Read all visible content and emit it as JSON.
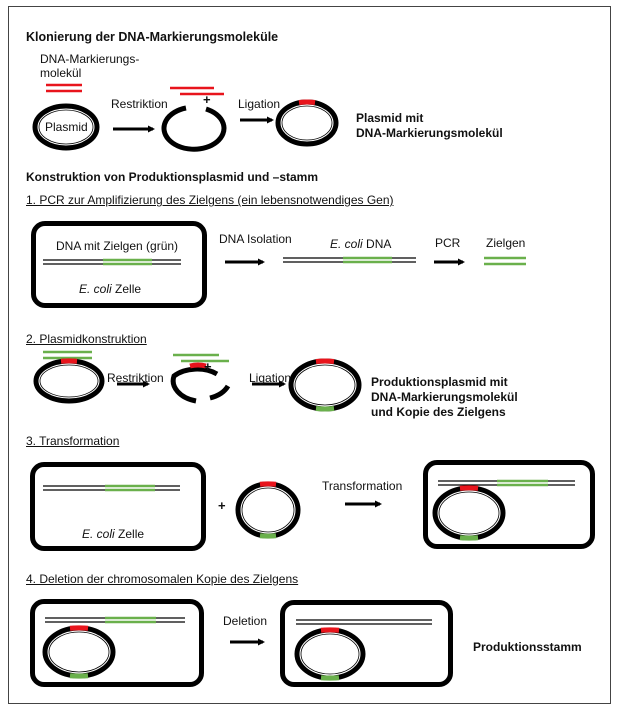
{
  "section1": {
    "title": "Klonierung der DNA-Markierungsmoleküle",
    "marker_label_line1": "DNA-Markierungs-",
    "marker_label_line2": "molekül",
    "plasmid_label": "Plasmid",
    "step_restriction": "Restriktion",
    "step_ligation": "Ligation",
    "result_line1": "Plasmid mit",
    "result_line2": "DNA-Markierungsmolekül"
  },
  "section2": {
    "title": "Konstruktion von Produktionsplasmid und –stamm",
    "step1": {
      "title": "1. PCR zur Amplifizierung des Zielgens (ein lebensnotwendiges Gen)",
      "cell_dna_label": "DNA mit Zielgen (grün)",
      "cell_label_italic": "E. coli",
      "cell_label_rest": " Zelle",
      "dna_isolation": "DNA Isolation",
      "ecoli_dna_italic": "E. coli",
      "ecoli_dna_rest": " DNA",
      "pcr": "PCR",
      "target_gene": "Zielgen"
    },
    "step2": {
      "title": "2. Plasmidkonstruktion",
      "restriction": "Restriktion",
      "ligation": "Ligation",
      "result_line1": "Produktionsplasmid mit",
      "result_line2": "DNA-Markierungsmolekül",
      "result_line3": "und Kopie des Zielgens"
    },
    "step3": {
      "title": "3. Transformation",
      "cell_label_italic": "E. coli",
      "cell_label_rest": " Zelle",
      "plus": "+",
      "transformation": "Transformation"
    },
    "step4": {
      "title": "4. Deletion der chromosomalen Kopie des Zielgens",
      "deletion": "Deletion",
      "result": "Produktionsstamm"
    }
  },
  "colors": {
    "marker": "#e8141c",
    "target_gene": "#6ab04c",
    "dna": "#000000"
  }
}
